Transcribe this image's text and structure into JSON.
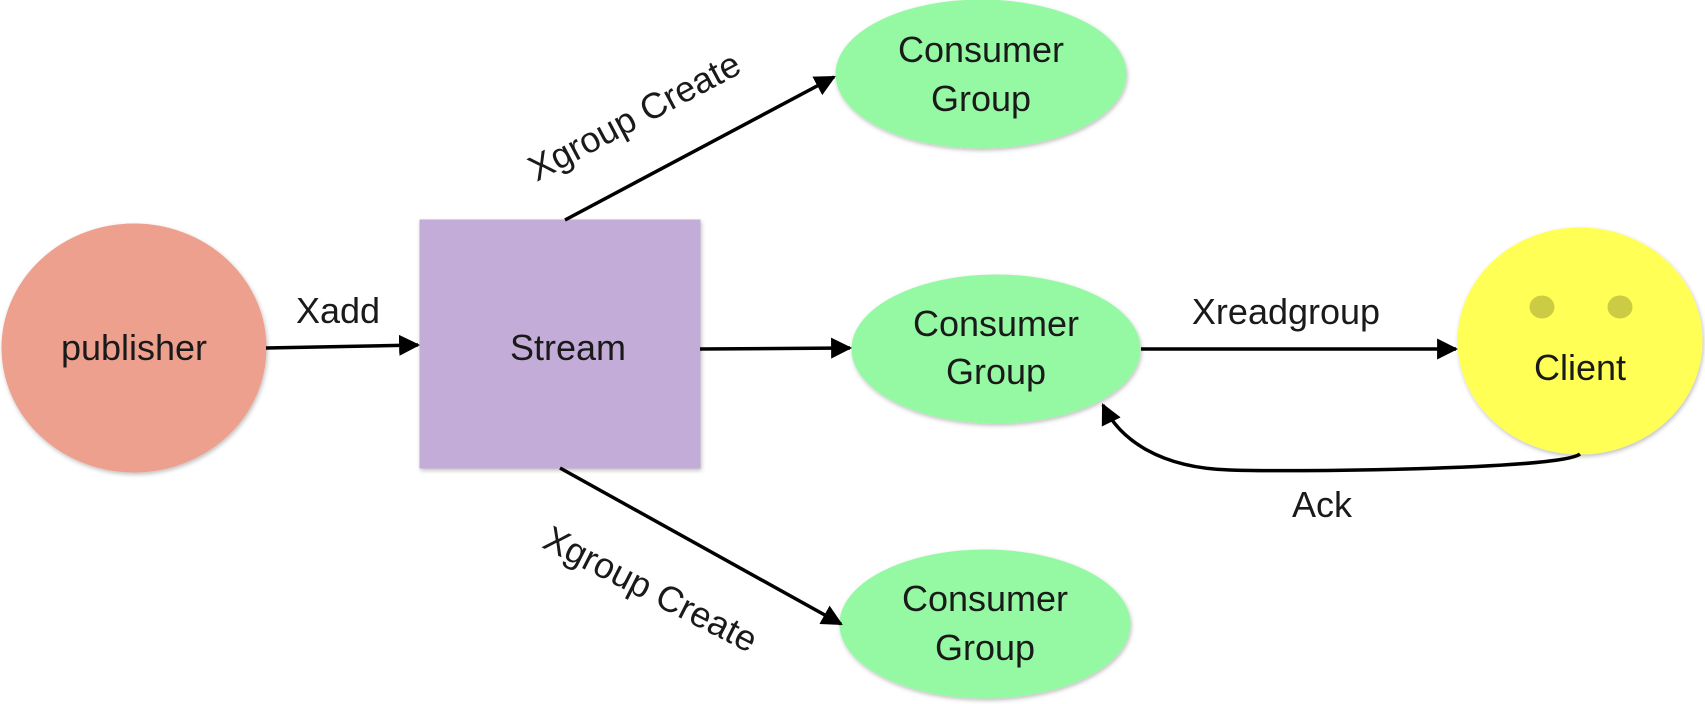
{
  "colors": {
    "publisher": "#eea08e",
    "stream": "#c4acd8",
    "consumer_group": "#95f9a4",
    "client": "#ffff55",
    "client_eyes": "#cccc44",
    "edge": "#000000"
  },
  "nodes": {
    "publisher": {
      "label": "publisher"
    },
    "stream": {
      "label": "Stream"
    },
    "group_top": {
      "line1": "Consumer",
      "line2": "Group"
    },
    "group_middle": {
      "line1": "Consumer",
      "line2": "Group"
    },
    "group_bottom": {
      "line1": "Consumer",
      "line2": "Group"
    },
    "client": {
      "label": "Client"
    }
  },
  "edges": {
    "xadd": "Xadd",
    "xgroup_create_top": "Xgroup Create",
    "xgroup_create_bottom": "Xgroup Create",
    "xreadgroup": "Xreadgroup",
    "ack": "Ack"
  }
}
